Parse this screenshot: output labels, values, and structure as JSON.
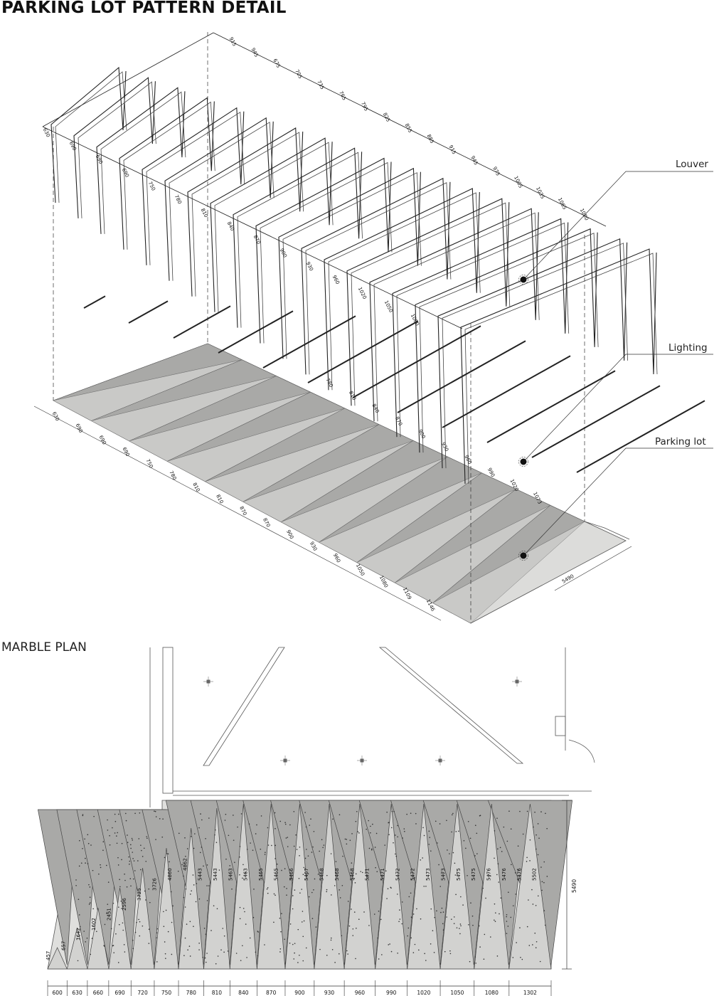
{
  "title": "PARKING LOT PATTERN DETAIL",
  "subtitle": "MARBLE PLAN",
  "callouts": {
    "louver": "Louver",
    "lighting": "Lighting",
    "parking": "Parking lot"
  },
  "isometric": {
    "louver_top_dims": [
      "915",
      "945",
      "675",
      "705",
      "735",
      "765",
      "795",
      "825",
      "855",
      "885",
      "915",
      "945",
      "975",
      "1005",
      "1035",
      "1065",
      "1080"
    ],
    "louver_side_dims": [
      "630",
      "690",
      "690",
      "690",
      "750",
      "780",
      "810",
      "840",
      "870",
      "900",
      "930",
      "960",
      "1020",
      "1050",
      "1080"
    ],
    "lot_dims": [
      "630",
      "690",
      "690",
      "690",
      "750",
      "780",
      "810",
      "810",
      "870",
      "870",
      "900",
      "930",
      "960",
      "1050",
      "1080",
      "1109",
      "1146"
    ],
    "lot_right_dims": [
      "780",
      "810",
      "840",
      "870",
      "900",
      "930",
      "960",
      "990",
      "1020",
      "1073"
    ],
    "lot_depth": "5490"
  },
  "plan": {
    "bottom_dims": [
      "600",
      "630",
      "660",
      "690",
      "720",
      "750",
      "780",
      "810",
      "840",
      "870",
      "900",
      "930",
      "960",
      "990",
      "1020",
      "1050",
      "1080",
      "1302"
    ],
    "strip_labels": [
      "457",
      "657",
      "1642",
      "1602",
      "2451",
      "2596",
      "3725",
      "3726",
      "4860",
      "4862",
      "5443",
      "5443",
      "5463",
      "5463",
      "5465",
      "5465",
      "5466",
      "5467",
      "5468",
      "5468",
      "5468",
      "5471",
      "5471",
      "5472",
      "5472",
      "5473",
      "5473",
      "5475",
      "5475",
      "5476",
      "5476",
      "5476",
      "5502"
    ],
    "depth_dim": "5490"
  }
}
